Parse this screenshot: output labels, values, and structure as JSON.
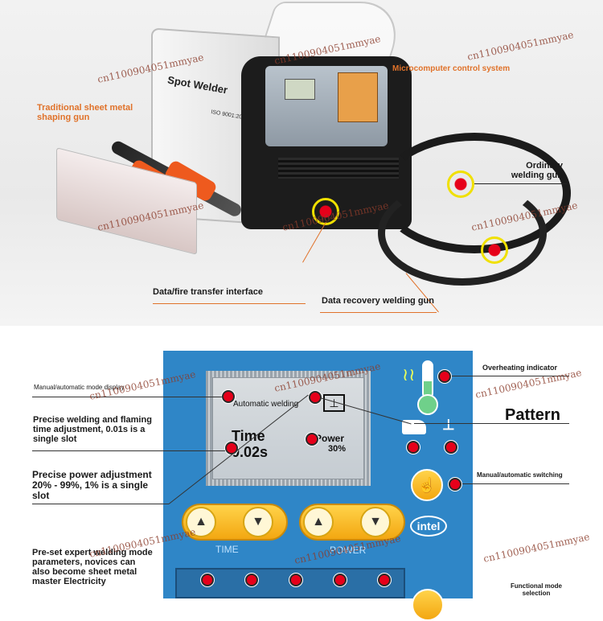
{
  "photo": {
    "device_name": "Spot Welder",
    "iso_text": "ISO 9001:2015",
    "labels": {
      "traditional_gun": "Traditional sheet metal shaping gun",
      "microcomputer": "Microcomputer control system",
      "ordinary_gun": "Ordinary welding gun",
      "data_fire": "Data/fire transfer interface",
      "data_recovery": "Data recovery welding gun"
    }
  },
  "panel": {
    "lcd": {
      "mode": "Automatic welding",
      "time_label": "Time",
      "time_value": "0.02s",
      "power_label": "Power",
      "power_value": "30%"
    },
    "time_label": "TIME",
    "power_label": "POWER",
    "brand": "intel",
    "buttons": {
      "up": "▲",
      "down": "▼"
    }
  },
  "annotations": {
    "manual_auto_display": "Manual/automatic mode display",
    "precise_welding": "Precise welding and flaming time adjustment, 0.01s is a single slot",
    "precise_power": "Precise power adjustment 20% - 99%, 1% is a single slot",
    "preset_expert": "Pre-set expert welding mode parameters, novices can also become sheet metal master Electricity",
    "overheating": "Overheating indicator",
    "pattern": "Pattern",
    "manual_auto_switch": "Manual/automatic switching",
    "functional_mode": "Functional mode selection"
  },
  "watermark": "cn1100904051mmyae",
  "colors": {
    "panel": "#2f86c7",
    "accent_red": "#e6001a",
    "orange_label": "#e0722a",
    "button_yellow": "#f3a711"
  }
}
